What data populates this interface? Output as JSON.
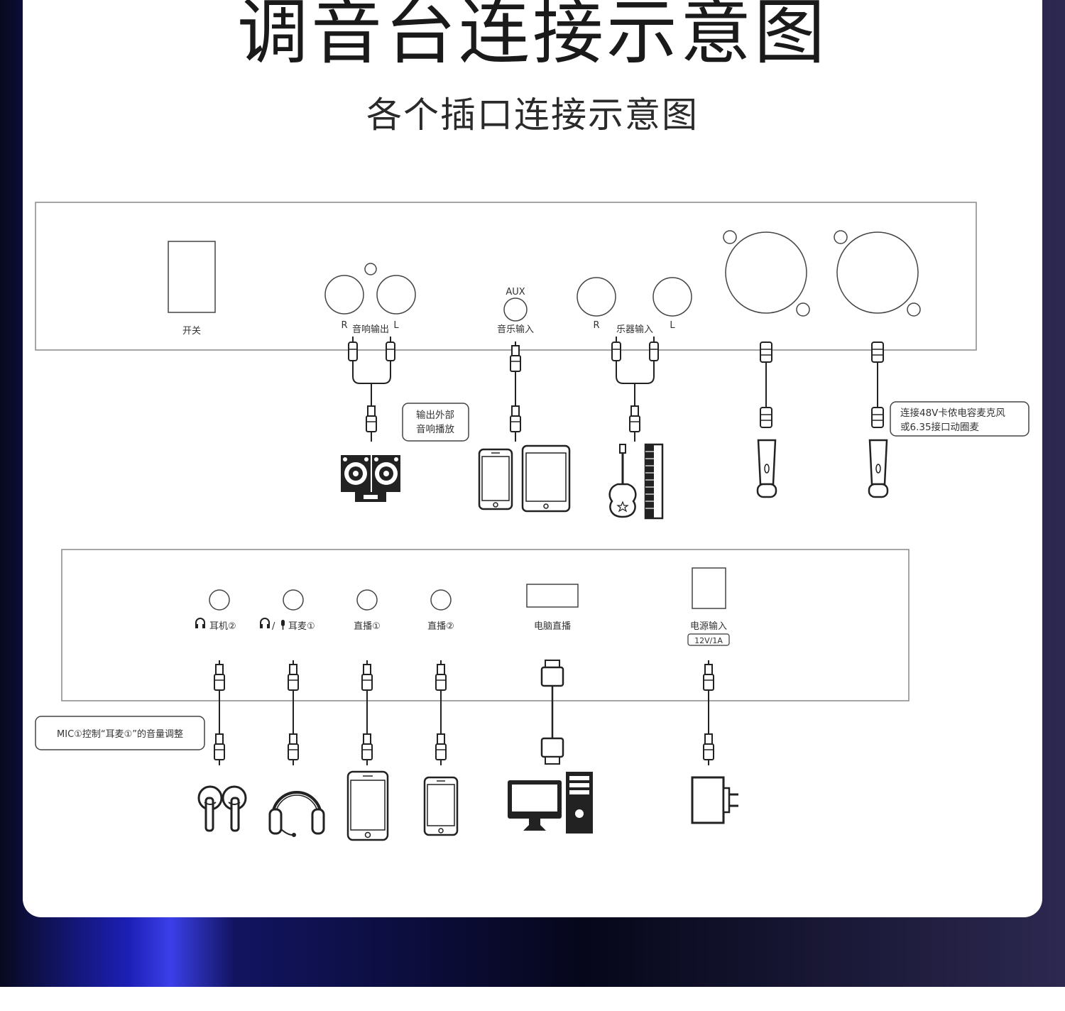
{
  "title": "调音台连接示意图",
  "subtitle": "各个插口连接示意图",
  "top_panel": {
    "switch_label": "开关",
    "speaker_out": {
      "label": "音响输出",
      "r": "R",
      "l": "L"
    },
    "aux": {
      "top_label": "AUX",
      "label": "音乐输入"
    },
    "instrument_in": {
      "label": "乐器输入",
      "r": "R",
      "l": "L"
    }
  },
  "notes": {
    "speaker": [
      "输出外部",
      "音响播放"
    ],
    "mic": [
      "连接48V卡侬电容麦克风",
      "或6.35接口动圈麦"
    ],
    "mic1": "MIC①控制“耳麦①”的音量调整"
  },
  "bottom_panel": {
    "headphone2": "耳机②",
    "headset1": "耳麦①",
    "live1": "直播①",
    "live2": "直播②",
    "pc_live": "电脑直播",
    "power": {
      "label": "电源输入",
      "spec": "12V/1A"
    }
  },
  "icons": [
    "switch-icon",
    "speaker-icon",
    "phone-icon",
    "tablet-icon",
    "guitar-icon",
    "keyboard-icon",
    "microphone-icon",
    "earbuds-icon",
    "headphones-icon",
    "monitor-icon",
    "pc-tower-icon",
    "power-adapter-icon",
    "usb-cable-icon",
    "audio-plug-icon"
  ]
}
